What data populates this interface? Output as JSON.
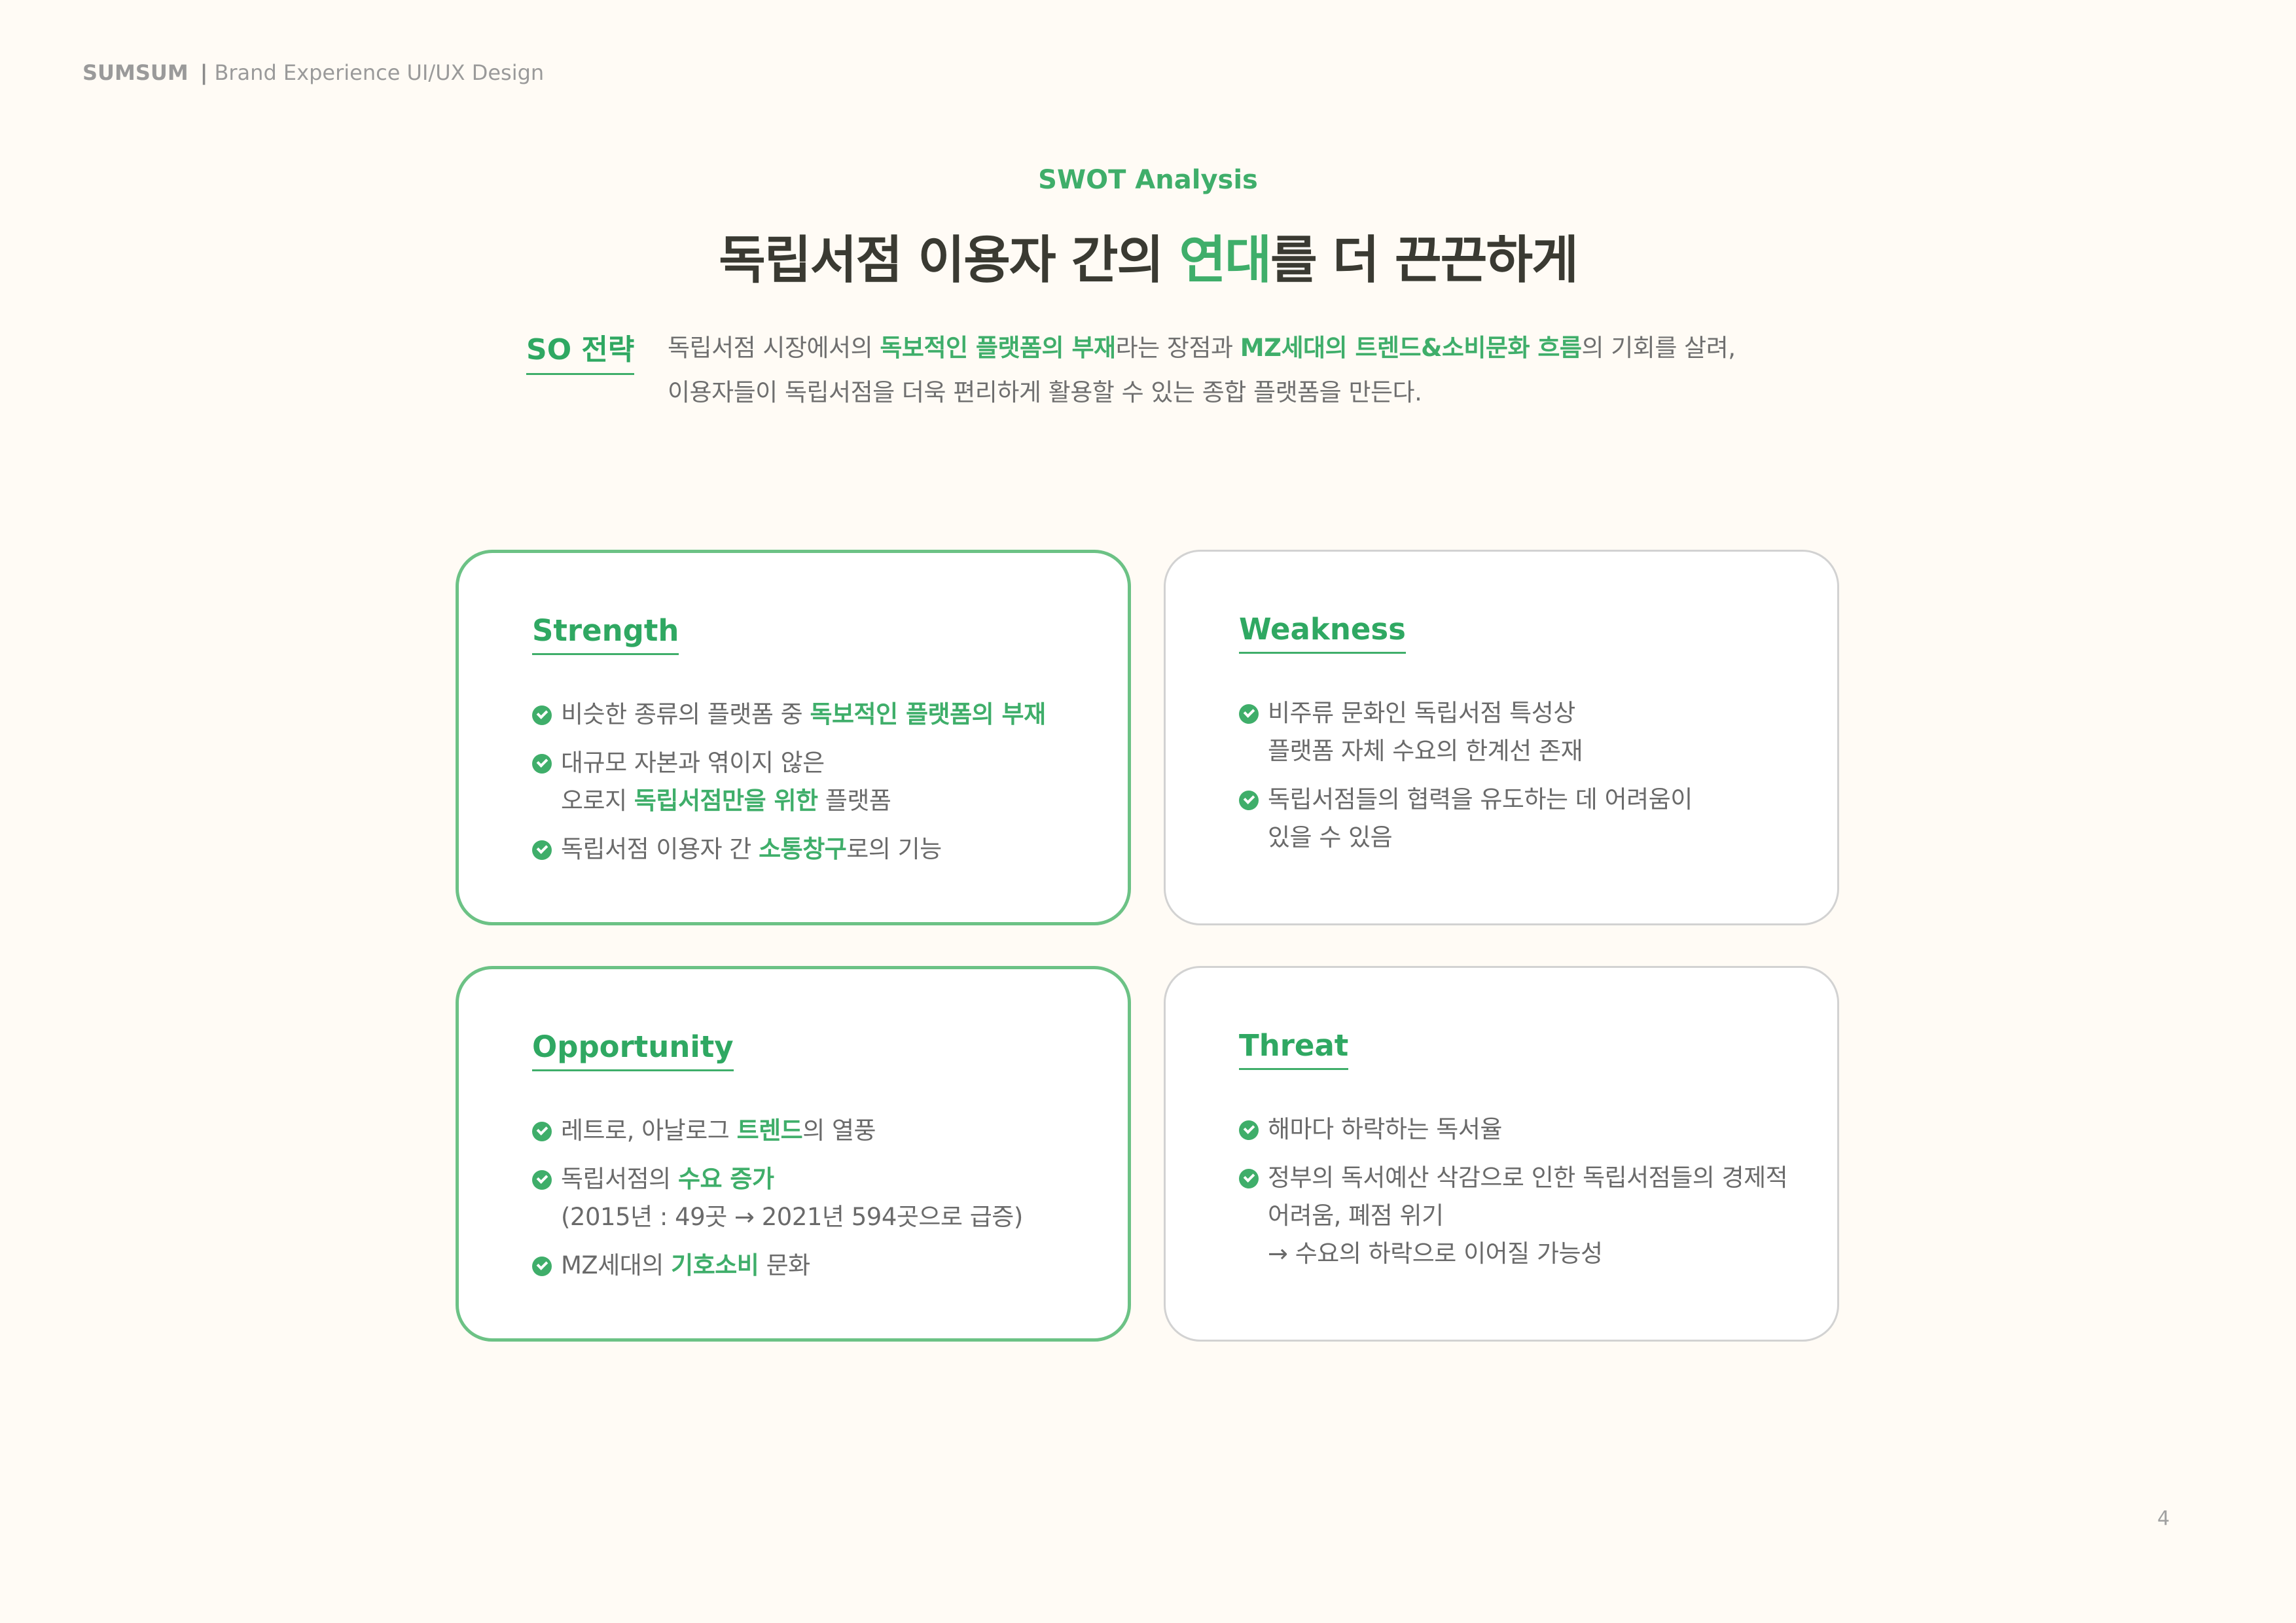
{
  "header": {
    "brand": "SUMSUM",
    "separator": "|",
    "subtitle": "Brand Experience UI/UX Design"
  },
  "eyebrow": "SWOT Analysis",
  "title": {
    "part1": "독립서점 이용자 간의 ",
    "highlight": "연대",
    "part2": "를 더 끈끈하게"
  },
  "so": {
    "label": "SO 전략",
    "line1": [
      "독립서점 시장에서의 ",
      "독보적인 플랫폼의 부재",
      "라는 장점과 ",
      "MZ세대의 트렌드&소비문화 흐름",
      "의 기회를 살려,"
    ],
    "line2": "이용자들이 독립서점을 더욱 편리하게 활용할 수 있는 종합 플랫폼을 만든다."
  },
  "cards": {
    "strength": {
      "title": "Strength",
      "items": [
        {
          "a": "비슷한 종류의 플랫폼 중 ",
          "b": "독보적인 플랫폼의 부재"
        },
        {
          "a": "대규모 자본과 엮이지 않은",
          "c": "오로지 ",
          "d": "독립서점만을 위한",
          "e": " 플랫폼"
        },
        {
          "a": "독립서점 이용자 간 ",
          "b": "소통창구",
          "c": "로의 기능"
        }
      ]
    },
    "weakness": {
      "title": "Weakness",
      "items": [
        {
          "a": "비주류 문화인 독립서점 특성상",
          "b": "플랫폼 자체 수요의 한계선 존재"
        },
        {
          "a": "독립서점들의 협력을 유도하는 데 어려움이",
          "b": "있을 수 있음"
        }
      ]
    },
    "opportunity": {
      "title": "Opportunity",
      "items": [
        {
          "a": "레트로, 아날로그 ",
          "b": "트렌드",
          "c": "의 열풍"
        },
        {
          "a": "독립서점의 ",
          "b": "수요 증가",
          "c": "(2015년 : 49곳 → 2021년 594곳으로 급증)"
        },
        {
          "a": "MZ세대의 ",
          "b": "기호소비",
          "c": " 문화"
        }
      ]
    },
    "threat": {
      "title": "Threat",
      "items": [
        {
          "a": "해마다 하락하는 독서율"
        },
        {
          "a": "정부의 독서예산 삭감으로 인한 독립서점들의 경제적",
          "b": "어려움, 폐점 위기",
          "c": "→ 수요의 하락으로 이어질 가능성"
        }
      ]
    }
  },
  "page_number": "4",
  "colors": {
    "accent": "#3fae6a",
    "background": "#fffbf5",
    "title": "#3a3a32"
  }
}
